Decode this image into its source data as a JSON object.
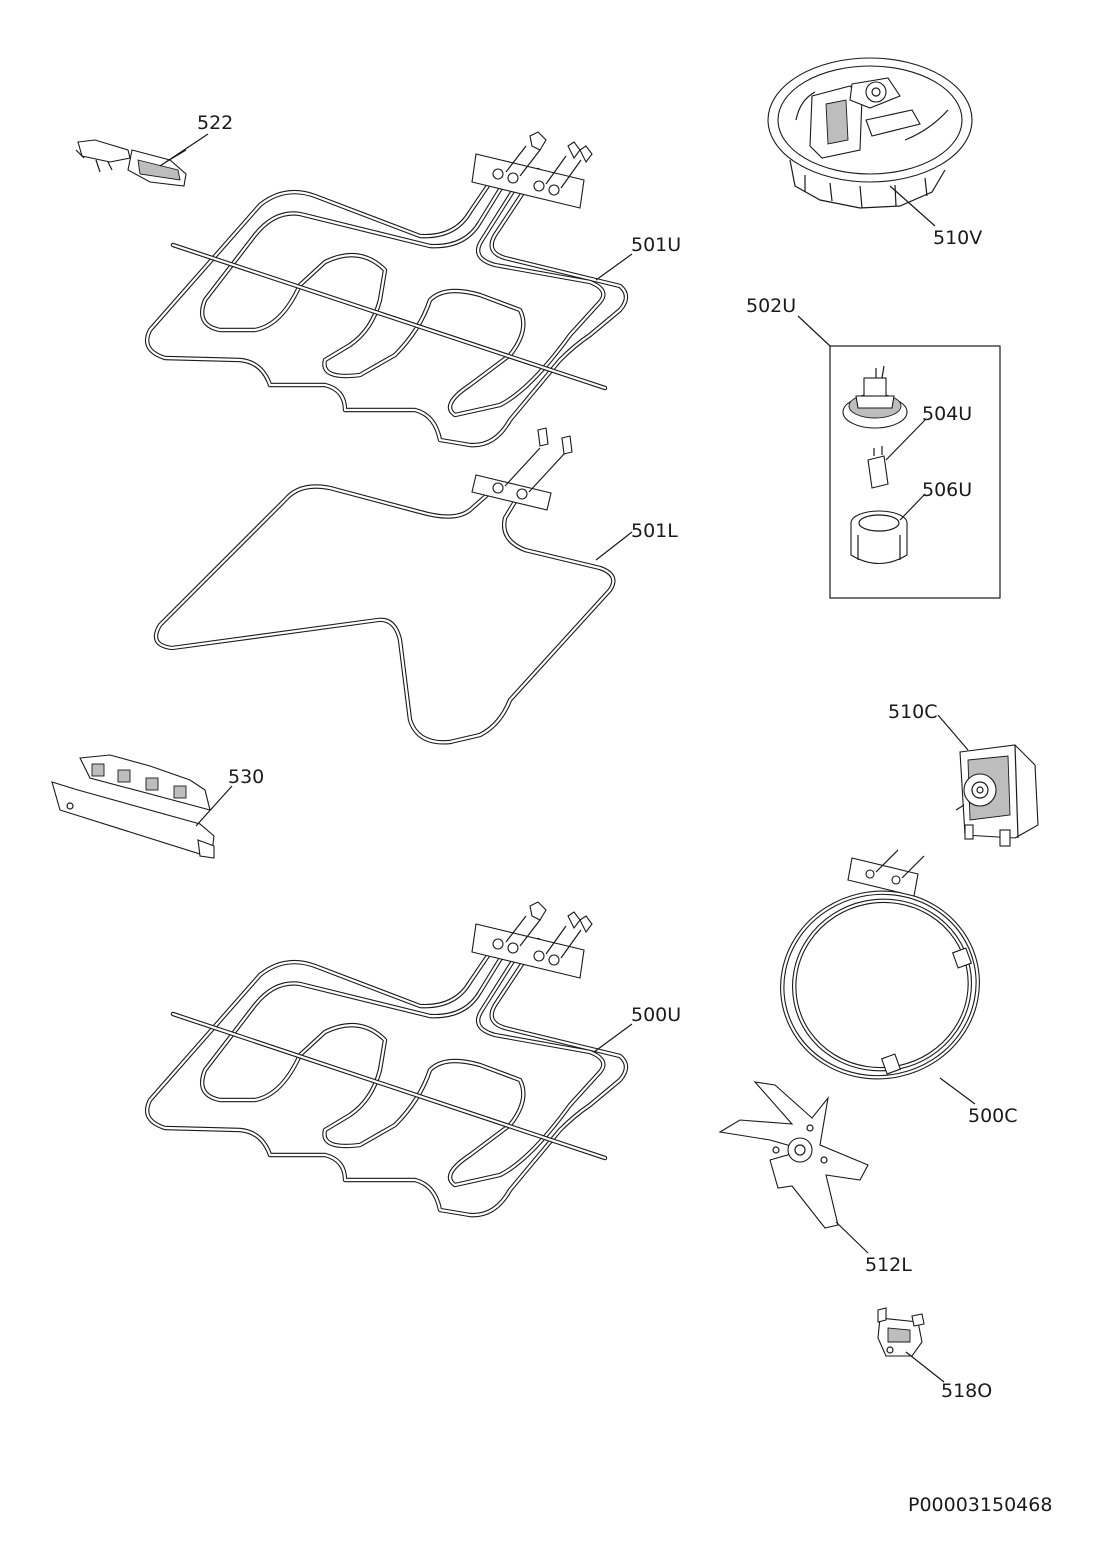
{
  "labels": {
    "p522": "522",
    "p501U": "501U",
    "p510V": "510V",
    "p502U": "502U",
    "p504U": "504U",
    "p506U": "506U",
    "p501L": "501L",
    "p510C": "510C",
    "p530": "530",
    "p500U": "500U",
    "p500C": "500C",
    "p512L": "512L",
    "p518O": "518O"
  },
  "doc_id": "P00003150468"
}
